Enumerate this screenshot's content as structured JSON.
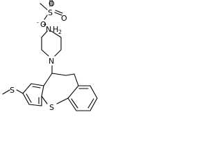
{
  "molecule": {
    "atoms": {
      "sulfonate_s": "S",
      "sulfonate_o_top": "O",
      "sulfonate_o_right": "O",
      "sulfonate_o_neg": "O",
      "sulfonate_o_neg_charge": "-",
      "nh2_n": "N",
      "nh2_h": "H",
      "nh2_sub": "2",
      "nh2_charge": "+",
      "piperazine_n": "N",
      "thioether_s": "S",
      "ring_s": "S"
    },
    "colors": {
      "bond": "#000000",
      "text": "#000000",
      "background": "#ffffff"
    }
  }
}
